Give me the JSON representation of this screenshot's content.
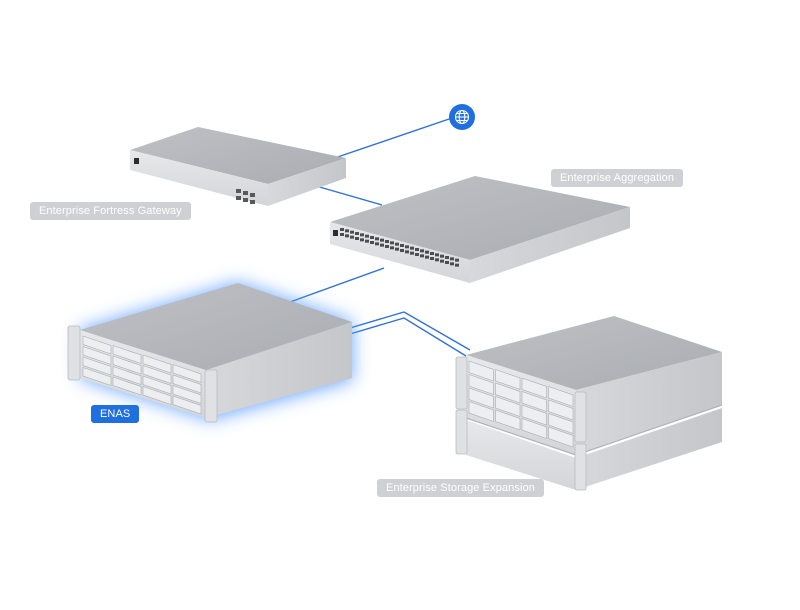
{
  "diagram": {
    "accent_color": "#1f6fe0",
    "label_color": "#cfd0d3",
    "internet_node": {
      "icon": "globe-icon"
    },
    "devices": [
      {
        "id": "gateway",
        "label": "Enterprise Fortress Gateway",
        "active": false
      },
      {
        "id": "aggregation",
        "label": "Enterprise Aggregation",
        "active": false
      },
      {
        "id": "enas",
        "label": "ENAS",
        "active": true
      },
      {
        "id": "storage-expansion",
        "label": "Enterprise Storage Expansion",
        "active": false
      }
    ]
  }
}
